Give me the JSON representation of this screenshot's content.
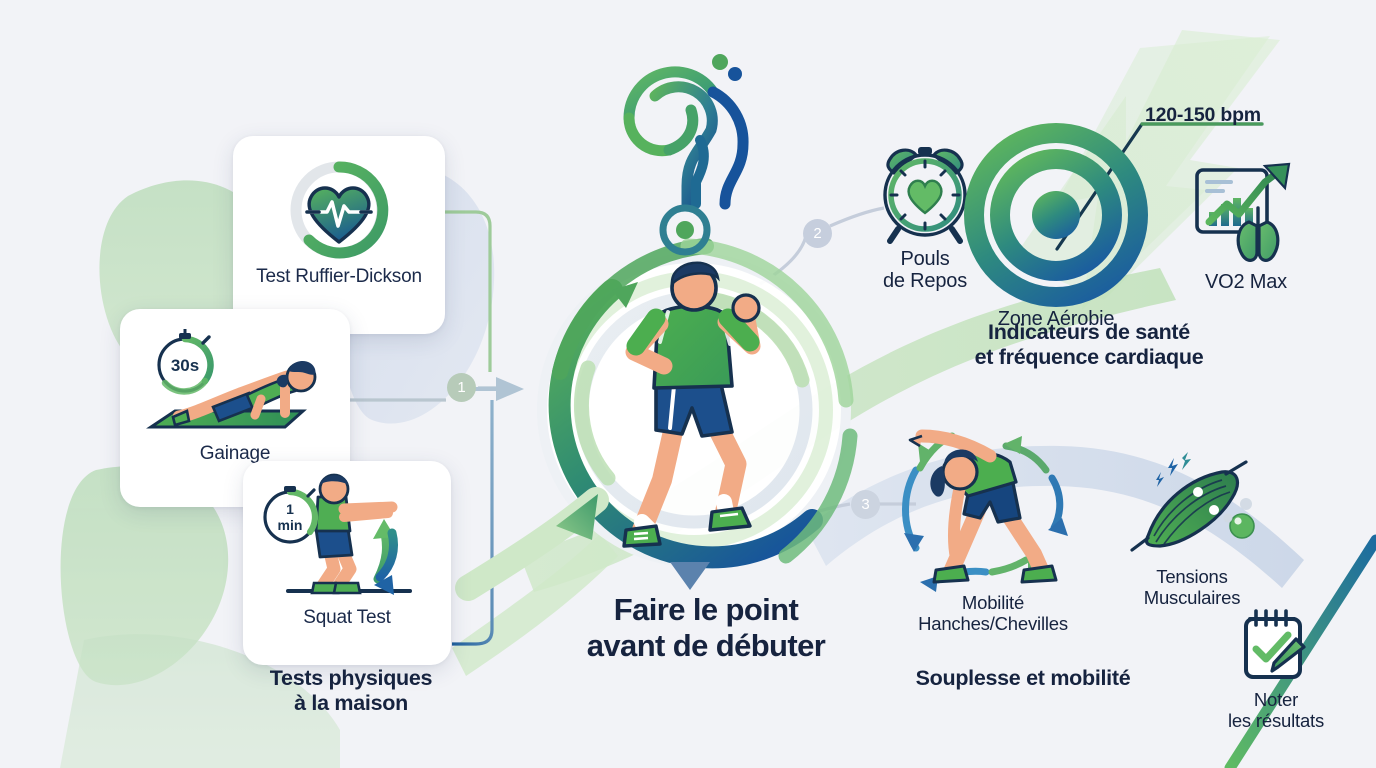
{
  "meta": {
    "language": "fr",
    "background_color": "#f2f3f7",
    "accent_green": "#4caf50",
    "accent_green_dark": "#3e8e41",
    "accent_blue": "#1b5e9e",
    "navy_text": "#16233f",
    "card_background": "#ffffff"
  },
  "center": {
    "headline": "Faire le point\navant de débuter",
    "figure_icon": "exercising-man-icon",
    "question_mark_icon": "question-mark-icon",
    "target_dot_icon": "target-dot-icon"
  },
  "left_section": {
    "title": "Tests physiques\nà la maison",
    "cards": [
      {
        "label": "Test Ruffier-Dickson",
        "icon": "heart-pulse-ring-icon",
        "timer": ""
      },
      {
        "label": "Gainage",
        "icon": "plank-exercise-icon",
        "timer": "30s"
      },
      {
        "label": "Squat Test",
        "icon": "squat-exercise-icon",
        "timer": "1\nmin"
      }
    ]
  },
  "health_section": {
    "title": "Indicateurs de santé\net fréquence cardiaque",
    "callout": "120-150 bpm",
    "items": [
      {
        "label": "Pouls\nde Repos",
        "icon": "alarm-clock-heart-icon"
      },
      {
        "label": "Zone Aérobie",
        "icon": "target-rings-icon"
      },
      {
        "label": "VO2 Max",
        "icon": "chart-lungs-icon"
      }
    ]
  },
  "flexibility_section": {
    "title": "Souplesse et mobilité",
    "items": [
      {
        "label": "Mobilité\nHanches/Chevilles",
        "icon": "side-stretch-icon"
      },
      {
        "label": "Tensions\nMusculaires",
        "icon": "muscle-tension-icon"
      }
    ]
  },
  "notes_section": {
    "items": [
      {
        "label": "Noter\nles résultats",
        "icon": "notepad-pencil-check-icon"
      }
    ]
  },
  "steps": [
    {
      "number": "1"
    },
    {
      "number": "2"
    },
    {
      "number": "3"
    }
  ]
}
